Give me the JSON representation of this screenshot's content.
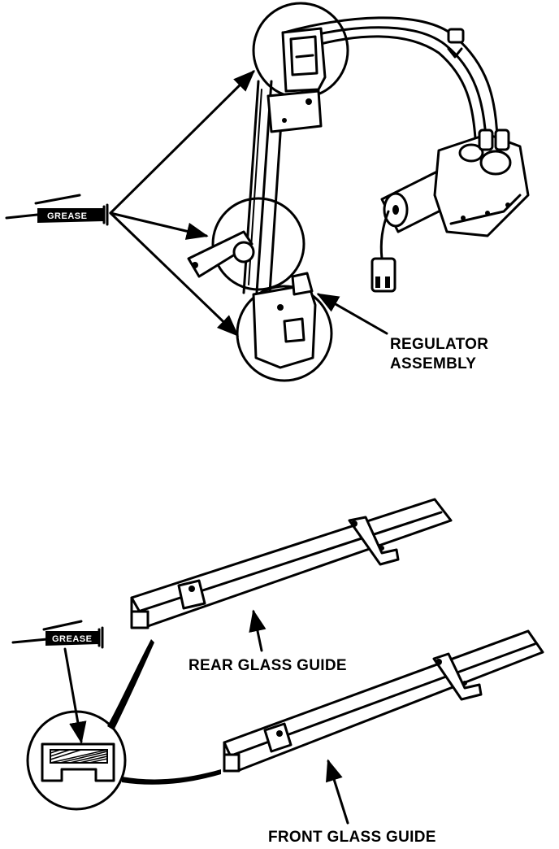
{
  "labels": {
    "regulator_line1": "REGULATOR",
    "regulator_line2": "ASSEMBLY",
    "rear_glass_guide": "REAR GLASS GUIDE",
    "front_glass_guide": "FRONT GLASS GUIDE",
    "grease_top": "GREASE",
    "grease_bottom": "GREASE"
  }
}
